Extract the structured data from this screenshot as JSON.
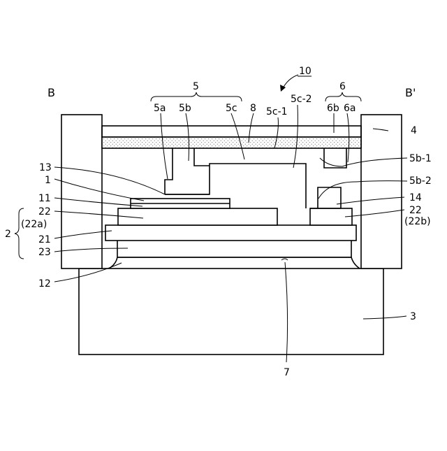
{
  "labels": {
    "fig_number": "10",
    "section_left": "B",
    "section_right": "B'",
    "l5": "5",
    "l6": "6",
    "l5a": "5a",
    "l5b": "5b",
    "l5c": "5c",
    "l8": "8",
    "l5c1": "5c-1",
    "l5c2": "5c-2",
    "l6b": "6b",
    "l6a": "6a",
    "l4": "4",
    "l5b1": "5b-1",
    "l5b2": "5b-2",
    "l14": "14",
    "l22_right": "22",
    "l22b": "(22b)",
    "l3": "3",
    "l7": "7",
    "l13": "13",
    "l1": "1",
    "l11": "11",
    "l22_left": "22",
    "l22a": "(22a)",
    "l2": "2",
    "l21": "21",
    "l23": "23",
    "l12": "12"
  }
}
